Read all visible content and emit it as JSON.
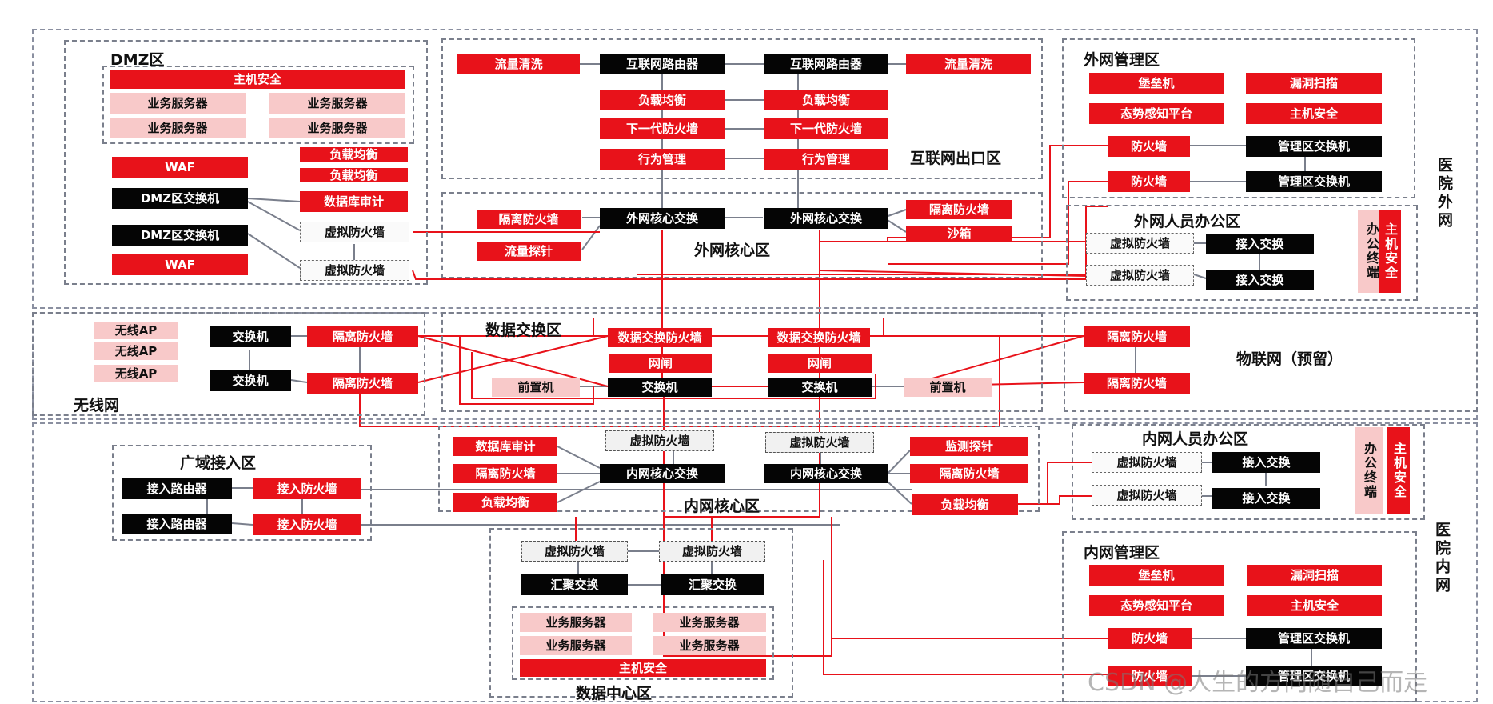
{
  "colors": {
    "red": "#e8121a",
    "black": "#050505",
    "pink": "#f8c9c9",
    "line_red": "#e8121a",
    "line_gray": "#7a7f8c"
  },
  "zones": {
    "hospital_external": "医院外网",
    "hospital_internal": "医院内网",
    "dmz": "DMZ区",
    "internet_exit": "互联网出口区",
    "external_core": "外网核心区",
    "external_mgmt": "外网管理区",
    "external_staff": "外网人员办公区",
    "wireless": "无线网",
    "data_exchange": "数据交换区",
    "iot": "物联网（预留）",
    "wan": "广域接入区",
    "internal_core": "内网核心区",
    "data_center": "数据中心区",
    "internal_staff": "内网人员办公区",
    "internal_mgmt": "内网管理区"
  },
  "dmz": {
    "host_security": "主机安全",
    "biz_server": "业务服务器",
    "waf": "WAF",
    "switch": "DMZ区交换机",
    "load_balance": "负载均衡",
    "db_audit": "数据库审计",
    "virtual_fw": "虚拟防火墙"
  },
  "internet": {
    "traffic_clean": "流量清洗",
    "router": "互联网路由器",
    "load_balance": "负载均衡",
    "ngfw": "下一代防火墙",
    "behavior_mgmt": "行为管理"
  },
  "ext_core": {
    "isolation_fw": "隔离防火墙",
    "traffic_probe": "流量探针",
    "core_switch": "外网核心交换",
    "sandbox": "沙箱"
  },
  "ext_mgmt": {
    "bastion": "堡垒机",
    "vuln_scan": "漏洞扫描",
    "situational": "态势感知平台",
    "host_security": "主机安全",
    "firewall": "防火墙",
    "mgmt_switch": "管理区交换机"
  },
  "ext_staff": {
    "virtual_fw": "虚拟防火墙",
    "access_switch": "接入交换",
    "office_terminal": "办公终端",
    "host_security": "主机安全"
  },
  "wireless": {
    "ap": "无线AP",
    "switch": "交换机",
    "isolation_fw": "隔离防火墙"
  },
  "exchange": {
    "exchange_fw": "数据交换防火墙",
    "gateway": "网闸",
    "switch": "交换机",
    "front_machine": "前置机"
  },
  "iot": {
    "isolation_fw": "隔离防火墙"
  },
  "wan": {
    "router": "接入路由器",
    "firewall": "接入防火墙"
  },
  "int_core": {
    "db_audit": "数据库审计",
    "isolation_fw": "隔离防火墙",
    "load_balance": "负载均衡",
    "virtual_fw": "虚拟防火墙",
    "core_switch": "内网核心交换",
    "monitor_probe": "监测探针"
  },
  "dc": {
    "virtual_fw": "虚拟防火墙",
    "agg_switch": "汇聚交换",
    "biz_server": "业务服务器",
    "host_security": "主机安全"
  },
  "int_staff": {
    "virtual_fw": "虚拟防火墙",
    "access_switch": "接入交换",
    "office_terminal": "办公终端",
    "host_security": "主机安全"
  },
  "int_mgmt": {
    "bastion": "堡垒机",
    "vuln_scan": "漏洞扫描",
    "situational": "态势感知平台",
    "host_security": "主机安全",
    "firewall": "防火墙",
    "mgmt_switch": "管理区交换机"
  },
  "watermark": "CSDN @人生的方向随自己而走"
}
